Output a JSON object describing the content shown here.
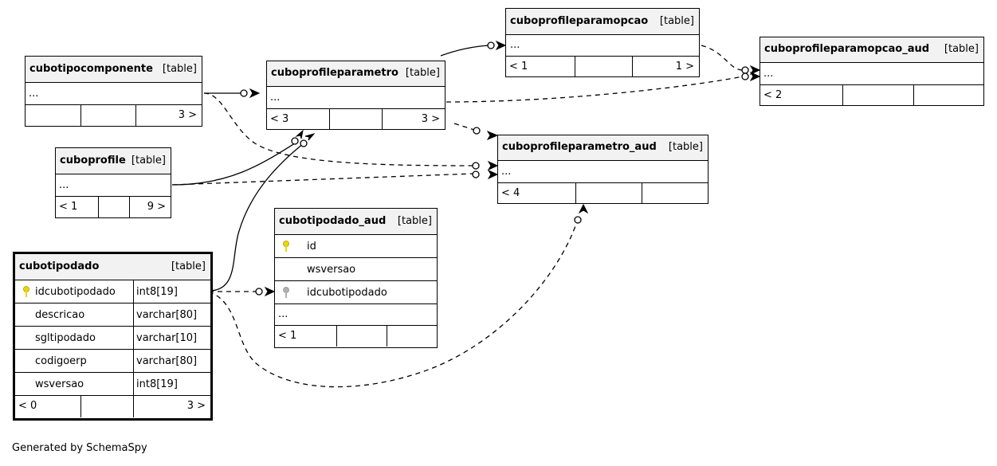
{
  "diagram": {
    "tables": {
      "cuboprofileparamopcao": {
        "name": "cuboprofileparamopcao",
        "type": "[table]",
        "ellipsis": "...",
        "footer": [
          "< 1",
          "",
          "1 >"
        ]
      },
      "cuboprofileparamopcao_aud": {
        "name": "cuboprofileparamopcao_aud",
        "type": "[table]",
        "ellipsis": "...",
        "footer": [
          "< 2",
          "",
          ""
        ]
      },
      "cubotipocomponente": {
        "name": "cubotipocomponente",
        "type": "[table]",
        "ellipsis": "...",
        "footer": [
          "",
          "",
          "3 >"
        ]
      },
      "cuboprofileparametro": {
        "name": "cuboprofileparametro",
        "type": "[table]",
        "ellipsis": "...",
        "footer": [
          "< 3",
          "",
          "3 >"
        ]
      },
      "cuboprofileparametro_aud": {
        "name": "cuboprofileparametro_aud",
        "type": "[table]",
        "ellipsis": "...",
        "footer": [
          "< 4",
          "",
          ""
        ]
      },
      "cuboprofile": {
        "name": "cuboprofile",
        "type": "[table]",
        "ellipsis": "...",
        "footer": [
          "< 1",
          "",
          "9 >"
        ]
      },
      "cubotipodado_aud": {
        "name": "cubotipodado_aud",
        "type": "[table]",
        "columns": [
          {
            "name": "id",
            "key": "primary"
          },
          {
            "name": "wsversao",
            "key": "none"
          },
          {
            "name": "idcubotipodado",
            "key": "foreign"
          }
        ],
        "ellipsis": "...",
        "footer": [
          "< 1",
          "",
          ""
        ]
      },
      "cubotipodado": {
        "name": "cubotipodado",
        "type": "[table]",
        "columns": [
          {
            "name": "idcubotipodado",
            "type": "int8[19]",
            "key": "primary"
          },
          {
            "name": "descricao",
            "type": "varchar[80]",
            "key": "none"
          },
          {
            "name": "sgltipodado",
            "type": "varchar[10]",
            "key": "none"
          },
          {
            "name": "codigoerp",
            "type": "varchar[80]",
            "key": "none"
          },
          {
            "name": "wsversao",
            "type": "int8[19]",
            "key": "none"
          }
        ],
        "footer": [
          "< 0",
          "",
          "3 >"
        ]
      }
    },
    "relationships": [
      {
        "from": "cuboprofileparametro",
        "to": "cuboprofileparamopcao",
        "style": "solid"
      },
      {
        "from": "cuboprofileparamopcao",
        "to": "cuboprofileparamopcao_aud",
        "style": "dashed"
      },
      {
        "from": "cuboprofileparametro",
        "to": "cuboprofileparamopcao_aud",
        "style": "dashed"
      },
      {
        "from": "cubotipocomponente",
        "to": "cuboprofileparametro",
        "style": "solid"
      },
      {
        "from": "cuboprofileparametro",
        "to": "cuboprofileparametro_aud",
        "style": "dashed"
      },
      {
        "from": "cubotipocomponente",
        "to": "cuboprofileparametro_aud",
        "style": "dashed"
      },
      {
        "from": "cuboprofile",
        "to": "cuboprofileparametro",
        "style": "solid"
      },
      {
        "from": "cuboprofile",
        "to": "cuboprofileparametro_aud",
        "style": "dashed"
      },
      {
        "from": "cubotipodado",
        "to": "cuboprofileparametro",
        "style": "solid"
      },
      {
        "from": "cubotipodado",
        "to": "cubotipodado_aud",
        "style": "dashed"
      },
      {
        "from": "cubotipodado",
        "to": "cuboprofileparametro_aud",
        "style": "dashed"
      }
    ],
    "colors": {
      "primary_key": "#e8d800",
      "foreign_key": "#b0b0b0",
      "header_bg": "#f2f2f2",
      "line": "#000000"
    },
    "credit": "Generated by SchemaSpy"
  }
}
